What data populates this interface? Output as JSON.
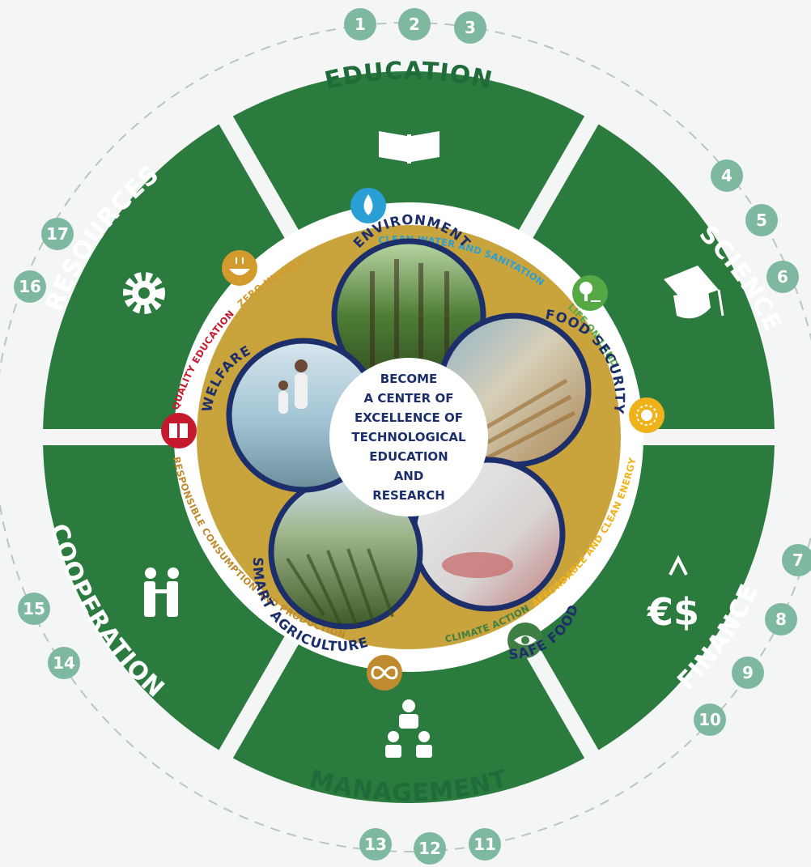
{
  "colors": {
    "sector_green": "#2b7a3e",
    "ring_gold": "#c9a43c",
    "number_circle": "#7fb8a0",
    "petal_border": "#1d2f6b",
    "sdg_zero_hunger": "#d39a2e",
    "sdg_clean_water": "#2a9fd6",
    "sdg_life_on_land": "#56a845",
    "sdg_affordable_energy": "#f0b21b",
    "sdg_climate_action": "#3f7e44",
    "sdg_responsible_consumption": "#bf8b2e",
    "sdg_quality_education": "#c5192d"
  },
  "sectors": {
    "education": {
      "label": "EDUCATION",
      "icon": "open-book-icon"
    },
    "science": {
      "label": "SCIENCE",
      "icon": "graduation-cap-icon"
    },
    "finance": {
      "label": "FINANCE",
      "icon": "currency-icon"
    },
    "management": {
      "label": "MANAGEMENT",
      "icon": "team-leader-icon"
    },
    "cooperation": {
      "label": "COOPERATION",
      "icon": "handshake-icon"
    },
    "resources": {
      "label": "RESOURCES",
      "icon": "gear-icon"
    }
  },
  "numbers": [
    "1",
    "2",
    "3",
    "4",
    "5",
    "6",
    "7",
    "8",
    "9",
    "10",
    "11",
    "12",
    "13",
    "14",
    "15",
    "16",
    "17"
  ],
  "sdgs": {
    "zero_hunger": {
      "label": "ZERO HUNGER",
      "icon": "bowl-icon"
    },
    "clean_water": {
      "label": "CLEAN WATER AND SANITATION",
      "icon": "water-drop-icon"
    },
    "life_on_land": {
      "label": "LIFE ON LAND",
      "icon": "tree-icon"
    },
    "affordable_energy": {
      "label": "AFFORDABLE AND CLEAN ENERGY",
      "icon": "sun-icon"
    },
    "climate_action": {
      "label": "CLIMATE ACTION",
      "icon": "eye-globe-icon"
    },
    "responsible_consumption": {
      "label": "RESPONSIBLE CONSUMPTION AND PRODUCTION",
      "icon": "infinity-icon"
    },
    "quality_education": {
      "label": "QUALITY EDUCATION",
      "icon": "book-icon"
    }
  },
  "petals": {
    "environment": {
      "label": "ENVIRONMENT",
      "image": "forest-image"
    },
    "food_security": {
      "label": "FOOD SECURITY",
      "image": "wheat-image"
    },
    "safe_food": {
      "label": "SAFE FOOD",
      "image": "food-lab-image"
    },
    "smart_agriculture": {
      "label": "SMART AGRICULTURE",
      "image": "crop-field-image"
    },
    "welfare": {
      "label": "WELFARE",
      "image": "beach-family-image"
    }
  },
  "center": {
    "lines": [
      "BECOME",
      "A CENTER OF",
      "EXCELLENCE OF",
      "TECHNOLOGICAL",
      "EDUCATION",
      "AND",
      "RESEARCH"
    ]
  }
}
